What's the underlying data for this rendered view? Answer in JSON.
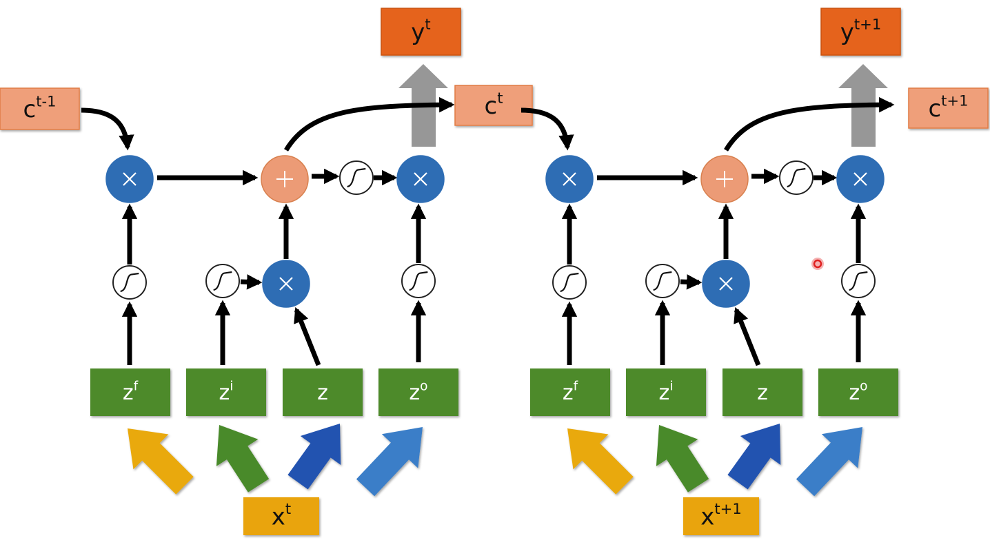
{
  "colors": {
    "cell_state": "#ef9f7a",
    "cell_state_border": "#e07b45",
    "output": "#e5631a",
    "gate_box": "#4e8a2a",
    "input": "#e9a40f",
    "multiply_node": "#2e6db4",
    "add_node": "#ec9b76",
    "arrow_forget": "#e9a90f",
    "arrow_input_gate": "#4a8a2c",
    "arrow_z": "#2352b0",
    "arrow_output_gate": "#3a7ec8",
    "output_arrow": "#8c8c8c",
    "laser_pointer": "#e02020"
  },
  "symbols": {
    "multiply": "×",
    "add": "+",
    "activation-icon": "sigmoid-curve"
  },
  "cells": [
    {
      "c_prev": {
        "base": "c",
        "sup": "t-1"
      },
      "c_next": {
        "base": "c",
        "sup": "t"
      },
      "y": {
        "base": "y",
        "sup": "t"
      },
      "x": {
        "base": "x",
        "sup": "t"
      },
      "gates": [
        {
          "base": "z",
          "sup": "f"
        },
        {
          "base": "z",
          "sup": "i"
        },
        {
          "base": "z",
          "sup": ""
        },
        {
          "base": "z",
          "sup": "o"
        }
      ]
    },
    {
      "c_next": {
        "base": "c",
        "sup": "t+1"
      },
      "y": {
        "base": "y",
        "sup": "t+1"
      },
      "x": {
        "base": "x",
        "sup": "t+1"
      },
      "gates": [
        {
          "base": "z",
          "sup": "f"
        },
        {
          "base": "z",
          "sup": "i"
        },
        {
          "base": "z",
          "sup": ""
        },
        {
          "base": "z",
          "sup": "o"
        }
      ]
    }
  ]
}
